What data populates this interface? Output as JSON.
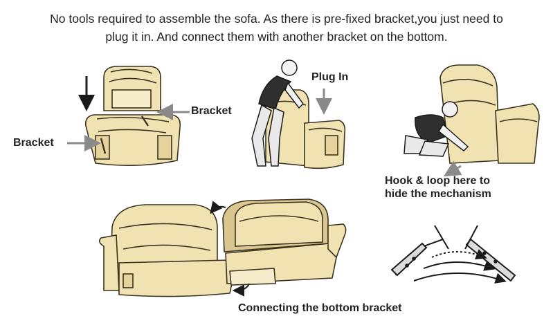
{
  "headline": {
    "line1": "No tools required to assemble the sofa. As there is pre-fixed bracket,you just need to",
    "line2": "plug it in. And connect them with another bracket on the bottom."
  },
  "labels": {
    "bracket_right": "Bracket",
    "bracket_left": "Bracket",
    "plug_in": "Plug In",
    "hook_loop_1": "Hook & loop here to",
    "hook_loop_2": "hide the mechanism",
    "connecting": "Connecting the bottom bracket"
  },
  "colors": {
    "sofa_fill": "#f1e2b2",
    "sofa_stroke": "#3a3220",
    "arrow_gray": "#8a8a8a",
    "shirt": "#2f2f2f"
  }
}
